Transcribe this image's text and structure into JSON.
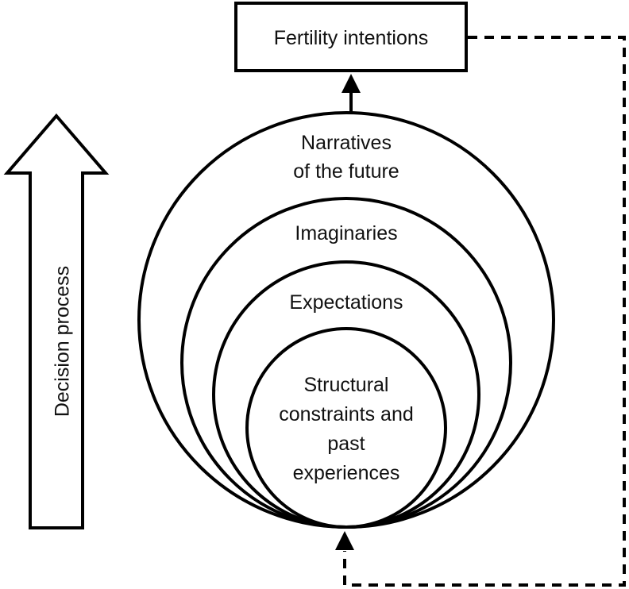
{
  "diagram": {
    "top_box": {
      "label": "Fertility intentions"
    },
    "side_arrow": {
      "label": "Decision process",
      "direction": "up"
    },
    "circles": [
      {
        "id": "outer",
        "lines": [
          "Narratives",
          "of the future"
        ]
      },
      {
        "id": "second",
        "lines": [
          "Imaginaries"
        ]
      },
      {
        "id": "third",
        "lines": [
          "Expectations"
        ]
      },
      {
        "id": "inner",
        "lines": [
          "Structural",
          "constraints and",
          "past",
          "experiences"
        ]
      }
    ],
    "connectors": [
      {
        "from": "outer",
        "to": "top_box",
        "style": "solid",
        "arrow": "end"
      },
      {
        "from": "top_box",
        "to": "inner",
        "style": "dashed",
        "arrow": "end",
        "route": "right-down-left-up"
      }
    ],
    "colors": {
      "stroke": "#000000",
      "background": "#ffffff",
      "text": "#111111"
    }
  }
}
